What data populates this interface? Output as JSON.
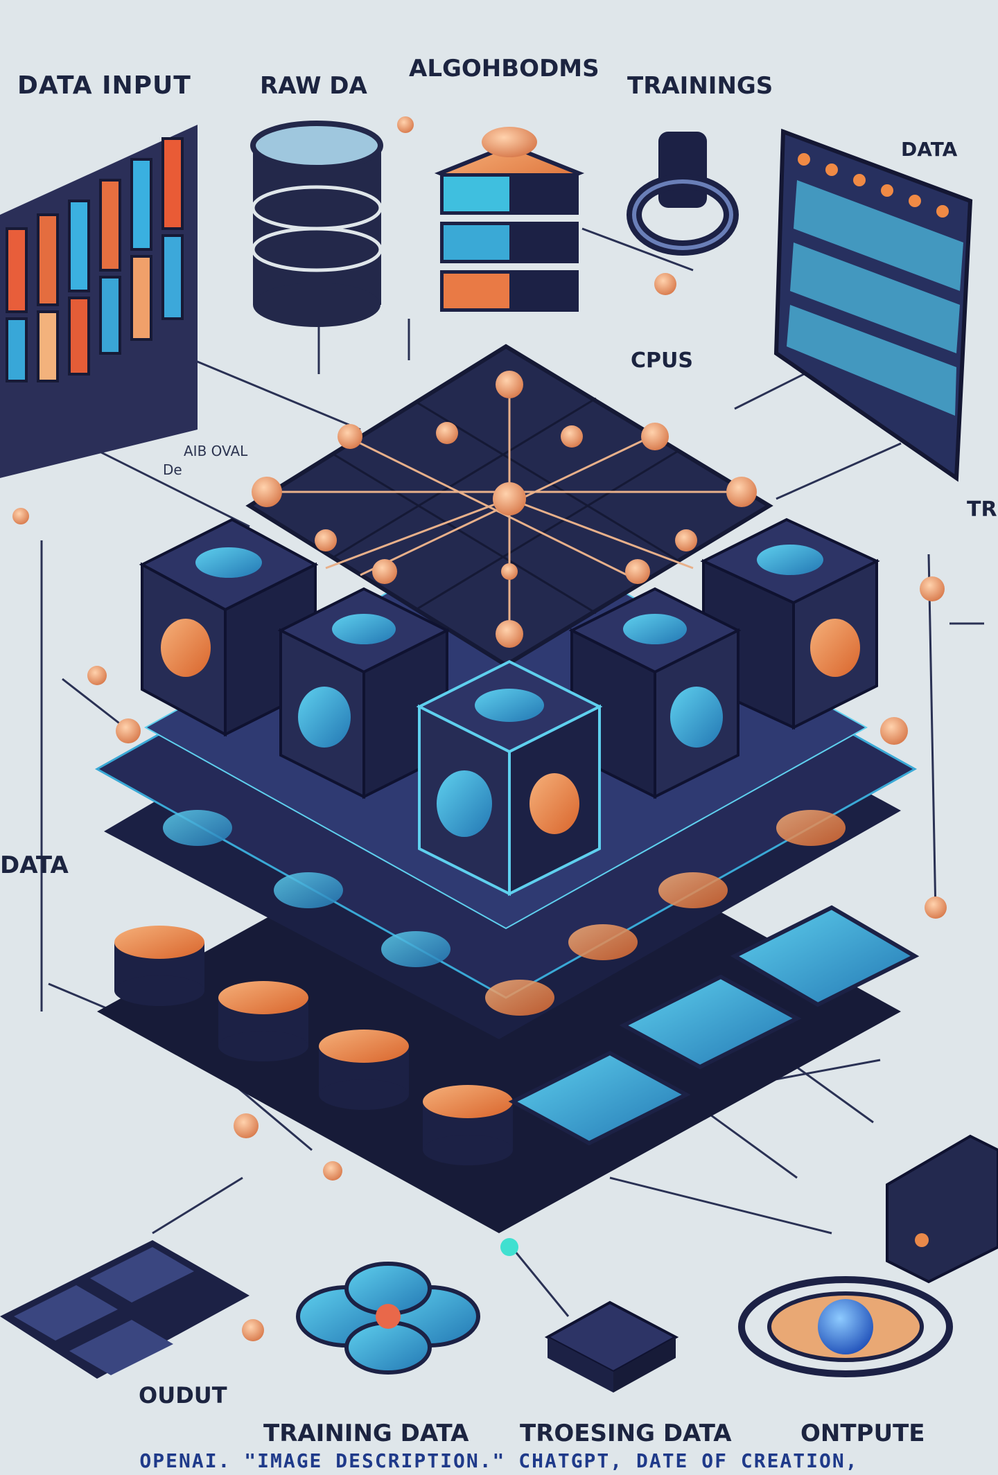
{
  "labels": {
    "data_input": "DATA INPUT",
    "raw_data": "RAW DA",
    "algorithms": "ALGOHBODMS",
    "trainings": "TRAININGS",
    "data_top_right": "DATA",
    "cpus": "CPUS",
    "aib_oval": "AIB OVAL",
    "de": "De",
    "tr": "TR",
    "data_left": "DATA",
    "output_left": "OUDUT",
    "training_data": "TRAINING DATA",
    "troesing_data": "TROESING DATA",
    "output_right": "ONTPUTE"
  },
  "credit": "OPENAI. \"IMAGE DESCRIPTION.\" CHATGPT, DATE OF CREATION,",
  "colors": {
    "background": "#dfe6ea",
    "dark_navy": "#1c2145",
    "mid_navy": "#2a3160",
    "cyan": "#3aa9d6",
    "orange": "#e9894a",
    "credit_blue": "#1f3a8a"
  }
}
